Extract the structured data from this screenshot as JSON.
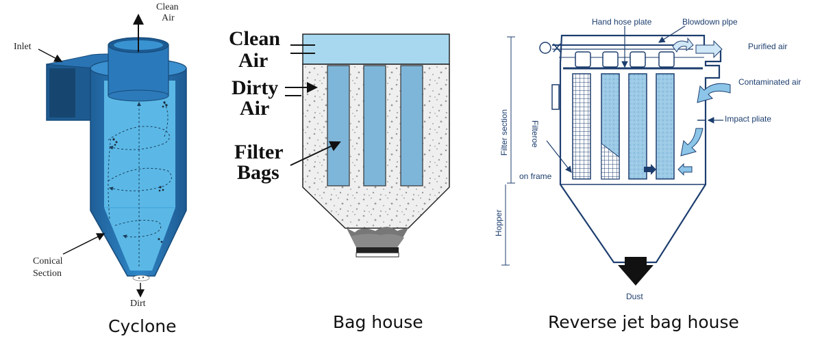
{
  "cyclone": {
    "caption": "Cyclone",
    "labels": {
      "clean_air_1": "Clean",
      "clean_air_2": "Air",
      "inlet": "Inlet",
      "conical_1": "Conical",
      "conical_2": "Section",
      "dirt": "Dirt"
    }
  },
  "baghouse": {
    "caption": "Bag house",
    "labels": {
      "clean_1": "Clean",
      "clean_2": "Air",
      "dirty_1": "Dirty",
      "dirty_2": "Air",
      "filter_1": "Filter",
      "filter_2": "Bags"
    }
  },
  "reverse_jet": {
    "caption": "Reverse jet bag house",
    "labels": {
      "hand_hose_plate": "Hand hose plate",
      "blowdown_plpe": "Blowdown plpe",
      "purified_air": "Purified air",
      "contaminated_air": "Contaminated air",
      "impact_pliate": "Impact pliate",
      "filter_section": "Filter section",
      "filteroe_1": "Filteroe",
      "filteroe_2": "on frame",
      "hopper": "Hopper",
      "dust": "Dust"
    }
  },
  "colors": {
    "cyclone_blue": "#2b7bbd",
    "cyclone_light": "#58b4e3",
    "baghouse_top": "#a8d8ef",
    "bag_fill": "#7eb6d9",
    "navy": "#1c3d6e"
  }
}
